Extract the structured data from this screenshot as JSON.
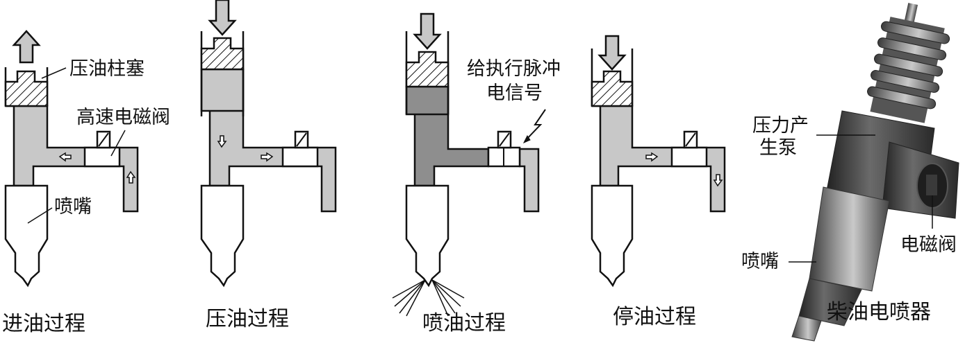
{
  "stages": [
    {
      "caption": "进油过程"
    },
    {
      "caption": "压油过程"
    },
    {
      "caption": "喷油过程"
    },
    {
      "caption": "停油过程"
    }
  ],
  "labels": {
    "plunger": "压油柱塞",
    "solenoid_valve": "高速电磁阀",
    "nozzle": "喷嘴",
    "pulse_signal_line1": "给执行脉冲",
    "pulse_signal_line2": "电信号"
  },
  "photo": {
    "caption": "柴油电喷器",
    "pump_label_line1": "压力产",
    "pump_label_line2": "生泵",
    "nozzle_label": "喷嘴",
    "solenoid_label": "电磁阀"
  },
  "colors": {
    "fuel_light": "#c8c8c8",
    "fuel_dark": "#8e8e8e",
    "outline": "#111111"
  }
}
